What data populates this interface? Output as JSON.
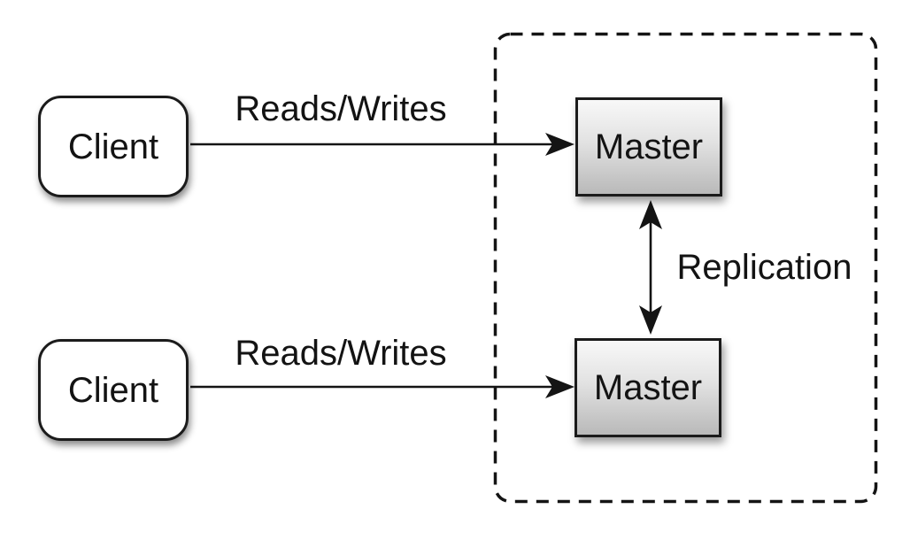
{
  "diagram": {
    "background": "#ffffff",
    "line_color": "#141414",
    "box_border_color": "#1b1b1b",
    "client_fill": "#ffffff",
    "master_gradient_top": "#f8f8f8",
    "master_gradient_bottom": "#b9b9b9",
    "text_color": "#131313"
  },
  "nodes": {
    "client_top": {
      "label": "Client"
    },
    "client_bottom": {
      "label": "Client"
    },
    "master_top": {
      "label": "Master"
    },
    "master_bottom": {
      "label": "Master"
    }
  },
  "edges": {
    "reads_writes_top": {
      "label": "Reads/Writes"
    },
    "reads_writes_bottom": {
      "label": "Reads/Writes"
    },
    "replication": {
      "label": "Replication"
    }
  }
}
